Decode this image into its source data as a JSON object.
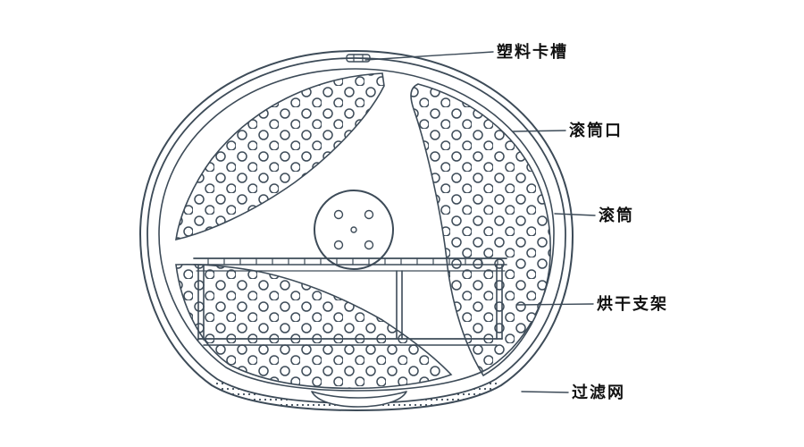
{
  "diagram": {
    "colors": {
      "line": "#3d4b58",
      "text": "#111111"
    },
    "labels": [
      {
        "id": "plastic-clip-slot",
        "text": "塑料卡槽"
      },
      {
        "id": "drum-opening",
        "text": "滚筒口"
      },
      {
        "id": "drum",
        "text": "滚筒"
      },
      {
        "id": "drying-rack",
        "text": "烘干支架"
      },
      {
        "id": "filter-mesh",
        "text": "过滤网"
      }
    ]
  }
}
